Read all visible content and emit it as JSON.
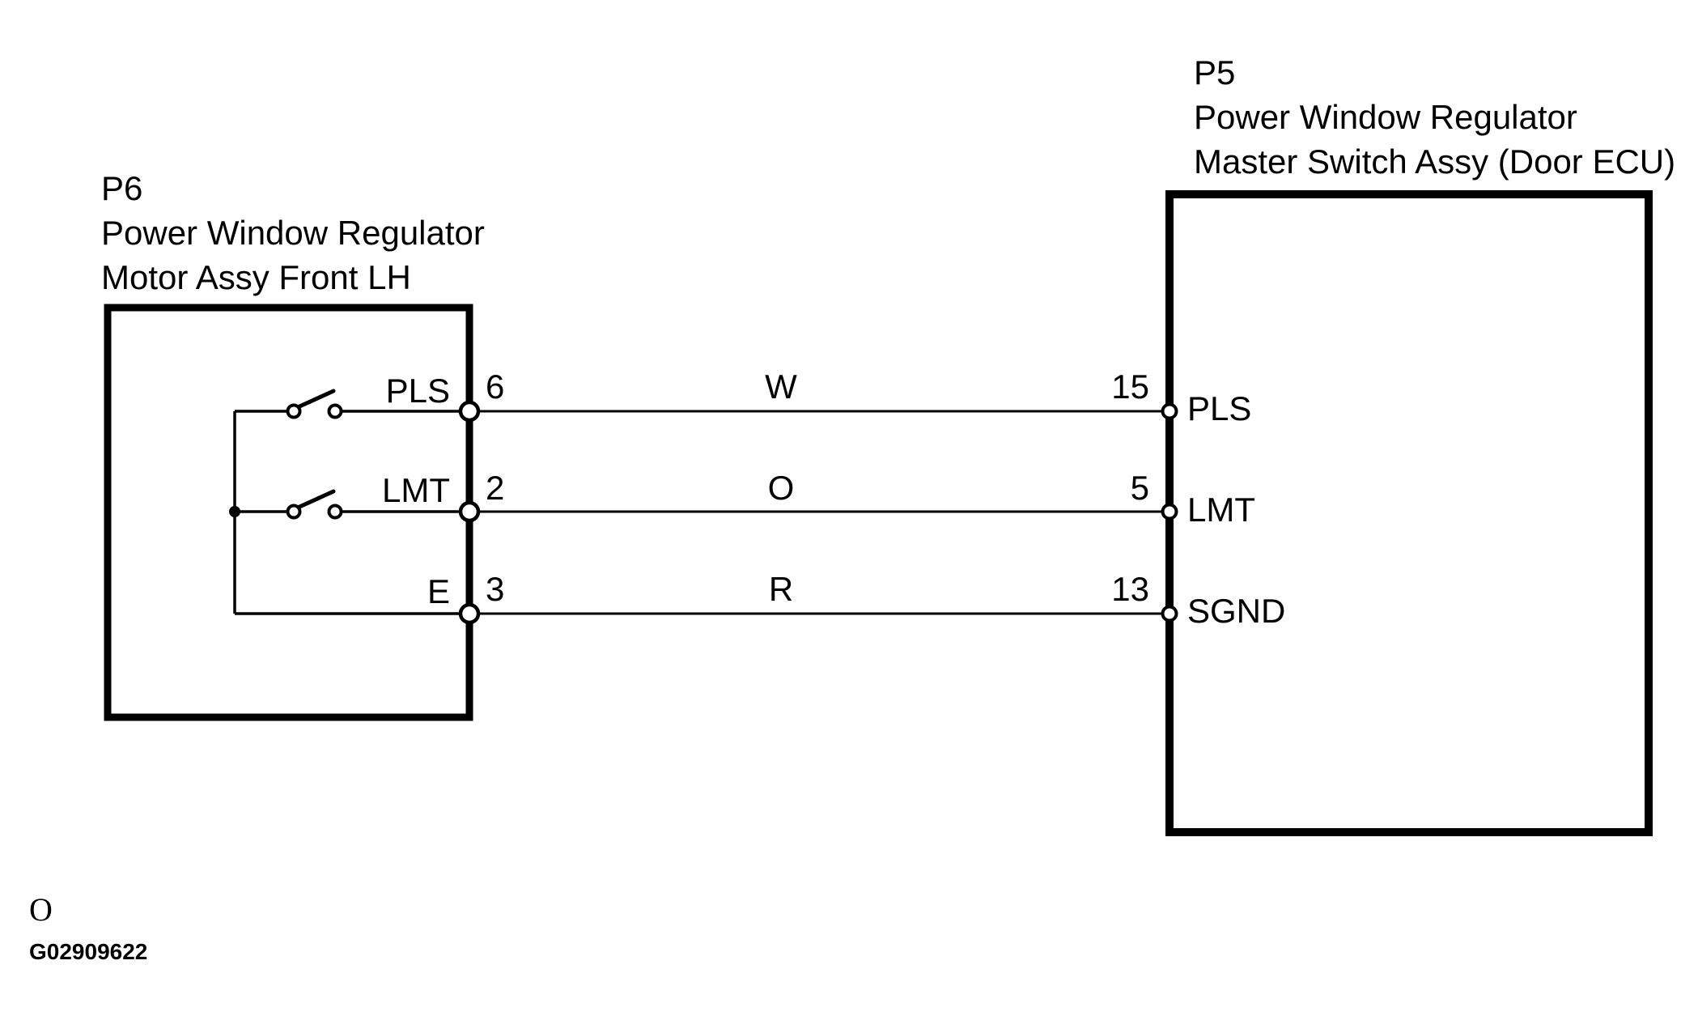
{
  "colors": {
    "line": "#000000",
    "background": "#ffffff"
  },
  "diagram": {
    "type": "automotive-wiring",
    "left_connector": {
      "id": "P6",
      "name_line1": "Power Window Regulator",
      "name_line2": "Motor Assy Front LH",
      "pins": [
        {
          "label": "PLS",
          "number": "6"
        },
        {
          "label": "LMT",
          "number": "2"
        },
        {
          "label": "E",
          "number": "3"
        }
      ]
    },
    "right_connector": {
      "id": "P5",
      "name_line1": "Power Window Regulator",
      "name_line2": "Master Switch Assy (Door ECU)",
      "pins": [
        {
          "number": "15",
          "label": "PLS"
        },
        {
          "number": "5",
          "label": "LMT"
        },
        {
          "number": "13",
          "label": "SGND"
        }
      ]
    },
    "wires": [
      {
        "color_code": "W",
        "from_pin": "6",
        "to_pin": "15"
      },
      {
        "color_code": "O",
        "from_pin": "2",
        "to_pin": "5"
      },
      {
        "color_code": "R",
        "from_pin": "3",
        "to_pin": "13"
      }
    ],
    "footer": {
      "grid_ref": "O",
      "figure_id": "G02909622"
    }
  }
}
